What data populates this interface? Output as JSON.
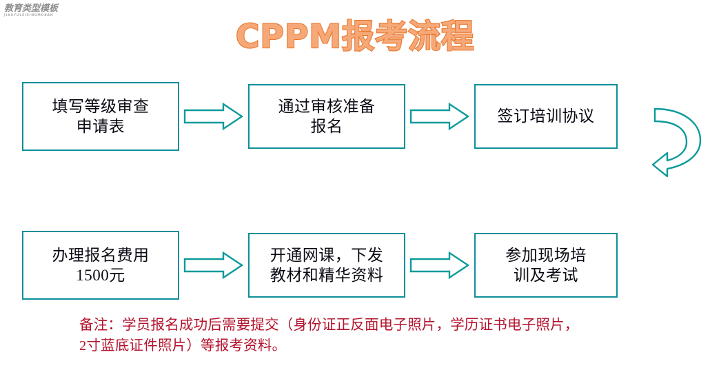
{
  "logo": {
    "name": "jiaoyu-leixing-mobao-watermark",
    "cn_text": "教育类型模板",
    "pinyin_text": "JIAOYULEIXINGMOBAN",
    "color": "#8e8e8e"
  },
  "title": {
    "text": "CPPM报考流程",
    "fill_color": "#f6a878",
    "stroke_color": "#e8792f"
  },
  "theme": {
    "accent_teal": "#0d8f9a",
    "arrow_teal": "#0d9a9a",
    "note_red": "#b3132d",
    "node_text": "#0a0a14",
    "background": "#ffffff"
  },
  "flow": {
    "rows": [
      {
        "id": "row-top",
        "nodes": [
          {
            "id": "node-fill-form",
            "label": "填写等级审查\n申请表"
          },
          {
            "id": "node-pass-review",
            "label": "通过审核准备\n报名"
          },
          {
            "id": "node-sign-agreement",
            "label": "签订培训协议"
          }
        ],
        "connectors": [
          "arrow-right",
          "arrow-right"
        ]
      },
      {
        "id": "row-bottom",
        "nodes": [
          {
            "id": "node-pay-fee",
            "label": "办理报名费用\n1500元"
          },
          {
            "id": "node-open-course",
            "label": "开通网课，下发\n教材和精华资料"
          },
          {
            "id": "node-attend-train",
            "label": "参加现场培\n训及考试"
          }
        ],
        "connectors": [
          "arrow-right",
          "arrow-right"
        ]
      }
    ],
    "uturn_connector": {
      "id": "uturn-arrow",
      "icon": "curved-uturn-arrow-left",
      "color": "#0d9a9a"
    }
  },
  "nodes": {
    "n1_line1": "填写等级审查",
    "n1_line2": "申请表",
    "n2_line1": "通过审核准备",
    "n2_line2": "报名",
    "n3_line1": "签订培训协议",
    "n4_line1": "办理报名费用",
    "n4_line2": "1500元",
    "n5_line1": "开通网课，下发",
    "n5_line2": "教材和精华资料",
    "n6_line1": "参加现场培",
    "n6_line2": "训及考试"
  },
  "note": {
    "line1": "备注：学员报名成功后需要提交（身份证正反面电子照片，学历证书电子照片，",
    "line2": "2寸蓝底证件照片）等报考资料。",
    "color": "#b3132d"
  }
}
